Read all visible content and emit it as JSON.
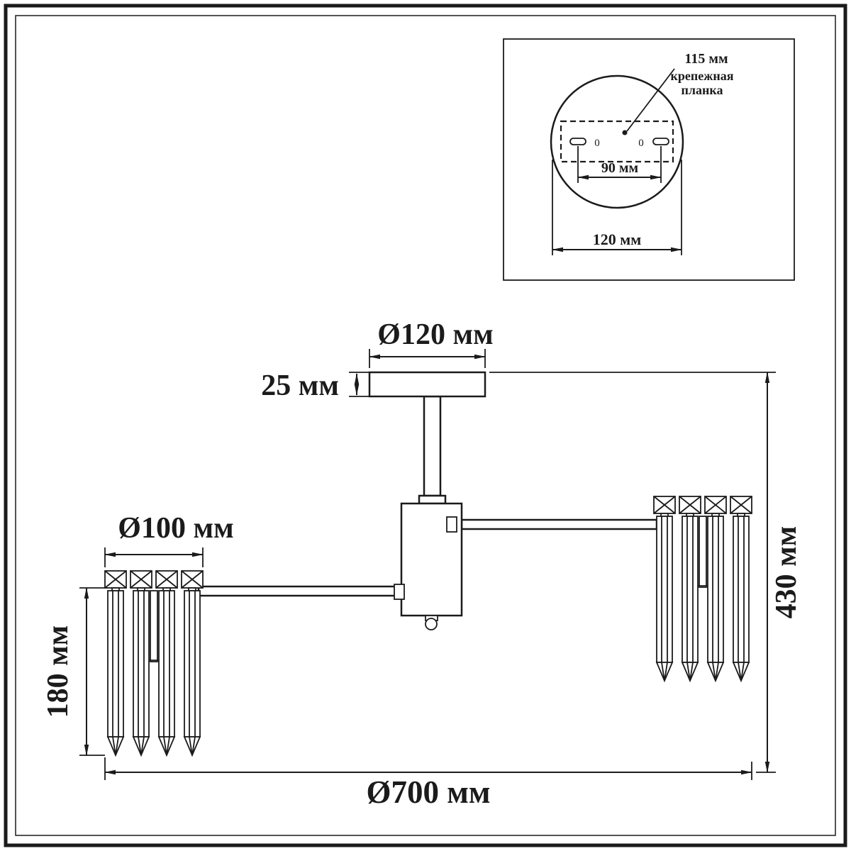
{
  "colors": {
    "line": "#1b1b1b",
    "background": "#ffffff"
  },
  "inset": {
    "plate_offset_label": "115 мм",
    "plate_name_line1": "крепежная",
    "plate_name_line2": "планка",
    "hole_left_mark": "0",
    "hole_right_mark": "0",
    "holes_spacing_label": "90 мм",
    "base_diameter_label": "120 мм"
  },
  "dimensions": {
    "canopy_diameter": "Ø120 мм",
    "canopy_height": "25 мм",
    "shade_diameter": "Ø100 мм",
    "shade_height": "180 мм",
    "total_height": "430 мм",
    "total_width": "Ø700 мм"
  }
}
